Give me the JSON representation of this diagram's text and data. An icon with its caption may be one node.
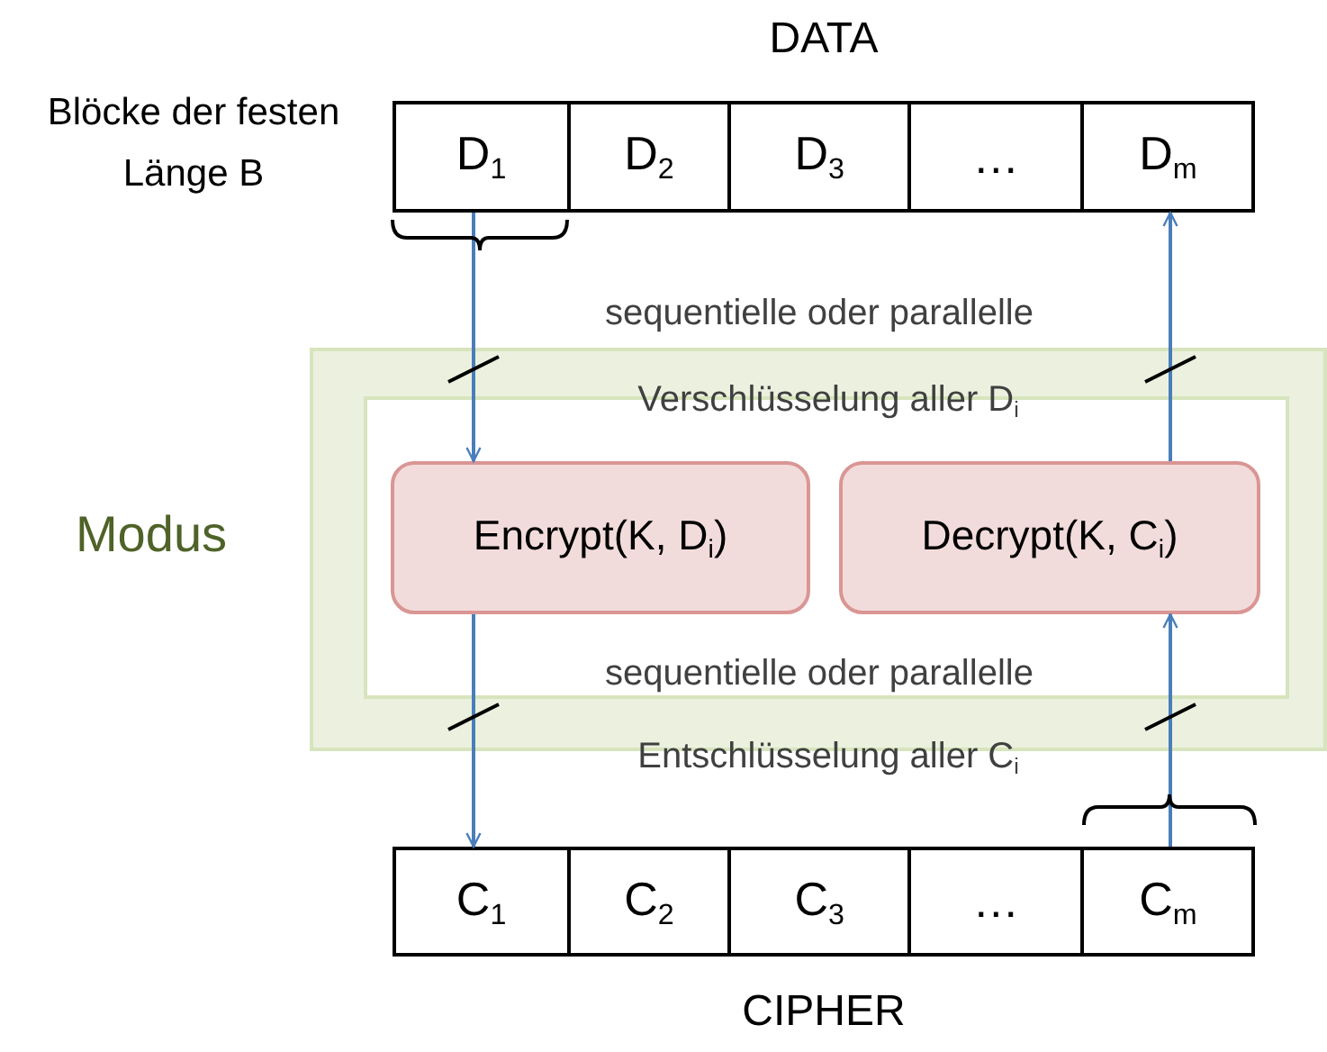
{
  "diagram": {
    "nodes": [
      {
        "text": [
          "DATA"
        ]
      },
      {
        "text": [
          "D$_{1}$"
        ],
        "in": 0
      },
      {
        "text": [
          "D$_{2}$"
        ],
        "in": 0
      },
      {
        "text": [
          "D$_{3}$"
        ],
        "in": 0
      },
      {
        "text": [
          "…"
        ],
        "in": 0
      },
      {
        "text": [
          "D$_{m}$"
        ],
        "in": 0
      },
      {
        "text": [
          "Modus"
        ]
      },
      {
        "text": [],
        "shape": "box",
        "in": 6
      },
      {
        "text": [
          "Encrypt(K, D$_{i}$)"
        ],
        "in": 7
      },
      {
        "text": [
          "Decrypt(K, C$_{i}$)"
        ],
        "in": 7
      },
      {
        "text": [
          "CIPHER"
        ]
      },
      {
        "text": [
          "C$_{1}$"
        ],
        "in": 10
      },
      {
        "text": [
          "C$_{2}$"
        ],
        "in": 10
      },
      {
        "text": [
          "C$_{3}$"
        ],
        "in": 10
      },
      {
        "text": [
          "…"
        ],
        "in": 10
      },
      {
        "text": [
          "C$_{m}$"
        ],
        "in": 10
      }
    ],
    "edges": [
      {
        "from": 1,
        "to": 8,
        "arrow": "to"
      },
      {
        "from": 8,
        "to": 11,
        "arrow": "to"
      },
      {
        "from": 15,
        "to": 9,
        "arrow": "to"
      },
      {
        "from": 9,
        "to": 5,
        "arrow": "to"
      }
    ],
    "labels": [
      "Blöcke der festen Länge B",
      "sequentielle oder parallelle",
      "Verschlüsselung aller D$_{i}$",
      "sequentielle oder parallelle",
      "Entschlüsselung aller C$_{i}$"
    ]
  }
}
